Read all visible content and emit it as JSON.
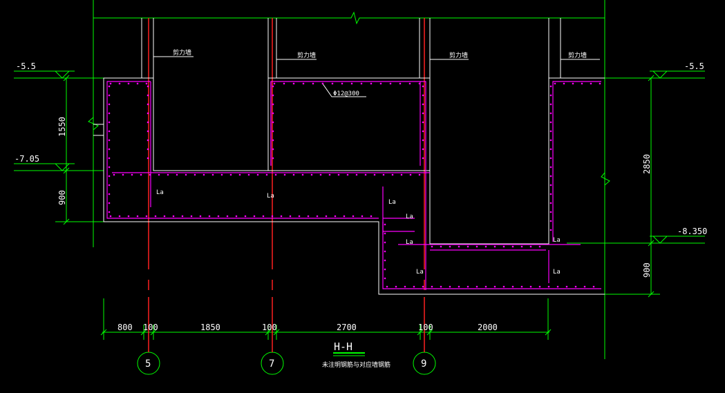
{
  "drawing": {
    "section_title": "H-H",
    "section_note": "未注明钢筋与对应墙钢筋",
    "rebar_note": "Φ12@300",
    "wall_label": "剪力墙",
    "anchor_label": "La",
    "elevations": {
      "left_top": "-5.5",
      "left_mid": "-7.05",
      "right_top": "-5.5",
      "right_low": "-8.350"
    },
    "vertical_dims": {
      "left_upper": "1550",
      "left_lower": "900",
      "right_upper": "2850",
      "right_lower": "900"
    },
    "bottom_dims": [
      "800",
      "100",
      "1850",
      "100",
      "2700",
      "100",
      "2000"
    ],
    "axes": [
      "5",
      "7",
      "9"
    ]
  },
  "colors": {
    "background": "#000000",
    "structure": "#ffffff",
    "dimension": "#00ff00",
    "rebar": "#ff00ff",
    "axis_line": "#ff0000",
    "text": "#ffffff"
  }
}
